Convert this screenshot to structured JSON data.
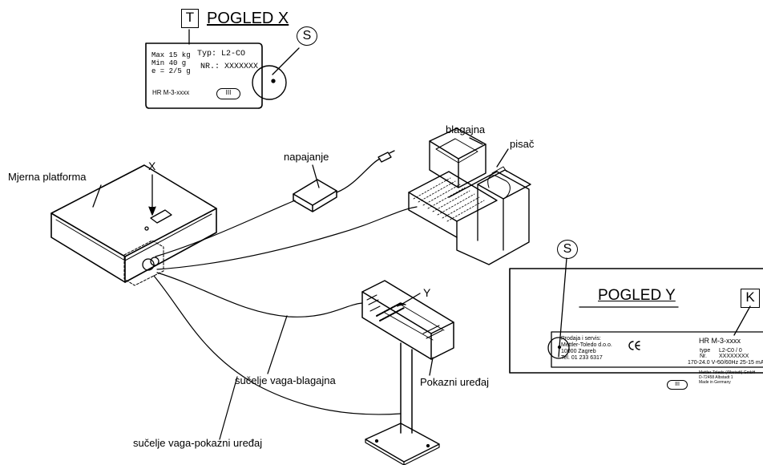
{
  "top_plate": {
    "marker_t": "T",
    "title": "POGLED X",
    "marker_s": "S",
    "max": "Max 15 kg",
    "min": "Min  40 g",
    "e": "e =  2/5 g",
    "typ": "Typ: L2-CO",
    "nr": "NR.: XXXXXXX",
    "hr": "HR M-3-xxxx",
    "oval": "III"
  },
  "right_plate": {
    "title": "POGLED Y",
    "marker_k": "K",
    "marker_s": "S",
    "prodaja_1": "Prodaja i servis:",
    "prodaja_2": "Mettler-Toledo d.o.o.",
    "prodaja_3": "10000 Zagreb",
    "prodaja_4": "Tel. 01 233 6317",
    "hr": "HR M-3-xxxx",
    "type_label": "type",
    "type_value": "L2-C0 / 0",
    "nr_label": "Nr.",
    "nr_value": "XXXXXXXX",
    "voltage": "170-24.0 V~",
    "freq": "50/60Hz 25-15 mA",
    "maker_1": "Mettler-Toledo (Albstadt) GmbH",
    "maker_2": "D-72458 Albstadt 1",
    "maker_3": "Made in Germany",
    "oval": "III"
  },
  "labels": {
    "platform": "Mjerna platforma",
    "x_marker": "X",
    "y_marker": "Y",
    "napajanje": "napajanje",
    "blagajna": "blagajna",
    "pisac": "pisač",
    "sucelje_blagajna": "sučelje vaga-blagajna",
    "sucelje_pokazni": "sučelje vaga-pokazni uređaj",
    "pokazni": "Pokazni uređaj"
  }
}
